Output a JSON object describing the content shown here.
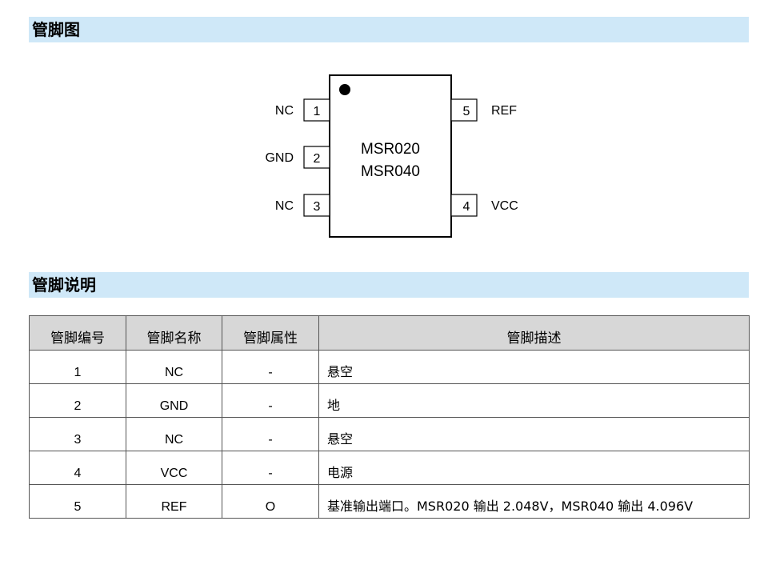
{
  "sections": {
    "diagram_title": "管脚图",
    "table_title": "管脚说明"
  },
  "chip": {
    "models": [
      "MSR020",
      "MSR040"
    ],
    "pins": [
      {
        "number": "1",
        "label": "NC"
      },
      {
        "number": "2",
        "label": "GND"
      },
      {
        "number": "3",
        "label": "NC"
      },
      {
        "number": "4",
        "label": "VCC"
      },
      {
        "number": "5",
        "label": "REF"
      }
    ]
  },
  "table": {
    "headers": [
      "管脚编号",
      "管脚名称",
      "管脚属性",
      "管脚描述"
    ],
    "rows": [
      {
        "num": "1",
        "name": "NC",
        "attr": "-",
        "desc": "悬空"
      },
      {
        "num": "2",
        "name": "GND",
        "attr": "-",
        "desc": "地"
      },
      {
        "num": "3",
        "name": "NC",
        "attr": "-",
        "desc": "悬空"
      },
      {
        "num": "4",
        "name": "VCC",
        "attr": "-",
        "desc": "电源"
      },
      {
        "num": "5",
        "name": "REF",
        "attr": "O",
        "desc": "基准输出端口。MSR020 输出 2.048V，MSR040 输出 4.096V"
      }
    ]
  }
}
